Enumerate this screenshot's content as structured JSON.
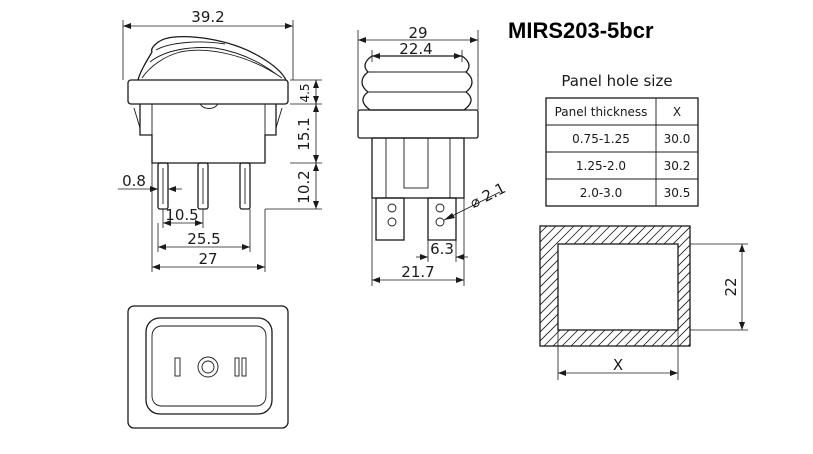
{
  "title": "MIRS203-5bcr",
  "panel": {
    "heading": "Panel hole size",
    "columns": [
      "Panel thickness",
      "X"
    ],
    "rows": [
      [
        "0.75-1.25",
        "30.0"
      ],
      [
        "1.25-2.0",
        "30.2"
      ],
      [
        "2.0-3.0",
        "30.5"
      ]
    ]
  },
  "side_view": {
    "width_top": "39.2",
    "cap_height": "4.5",
    "body_height": "15.1",
    "terminal_height": "10.2",
    "terminal_thickness": "0.8",
    "terminal_pitch": "10.5",
    "outer_terminals": "25.5",
    "body_width": "27"
  },
  "front_view": {
    "width_outer": "29",
    "width_inner": "22.4",
    "hole_dia": "⌀ 2.1",
    "tab_width": "6.3",
    "base_width": "21.7"
  },
  "cutout": {
    "height": "22",
    "width_label": "X"
  }
}
